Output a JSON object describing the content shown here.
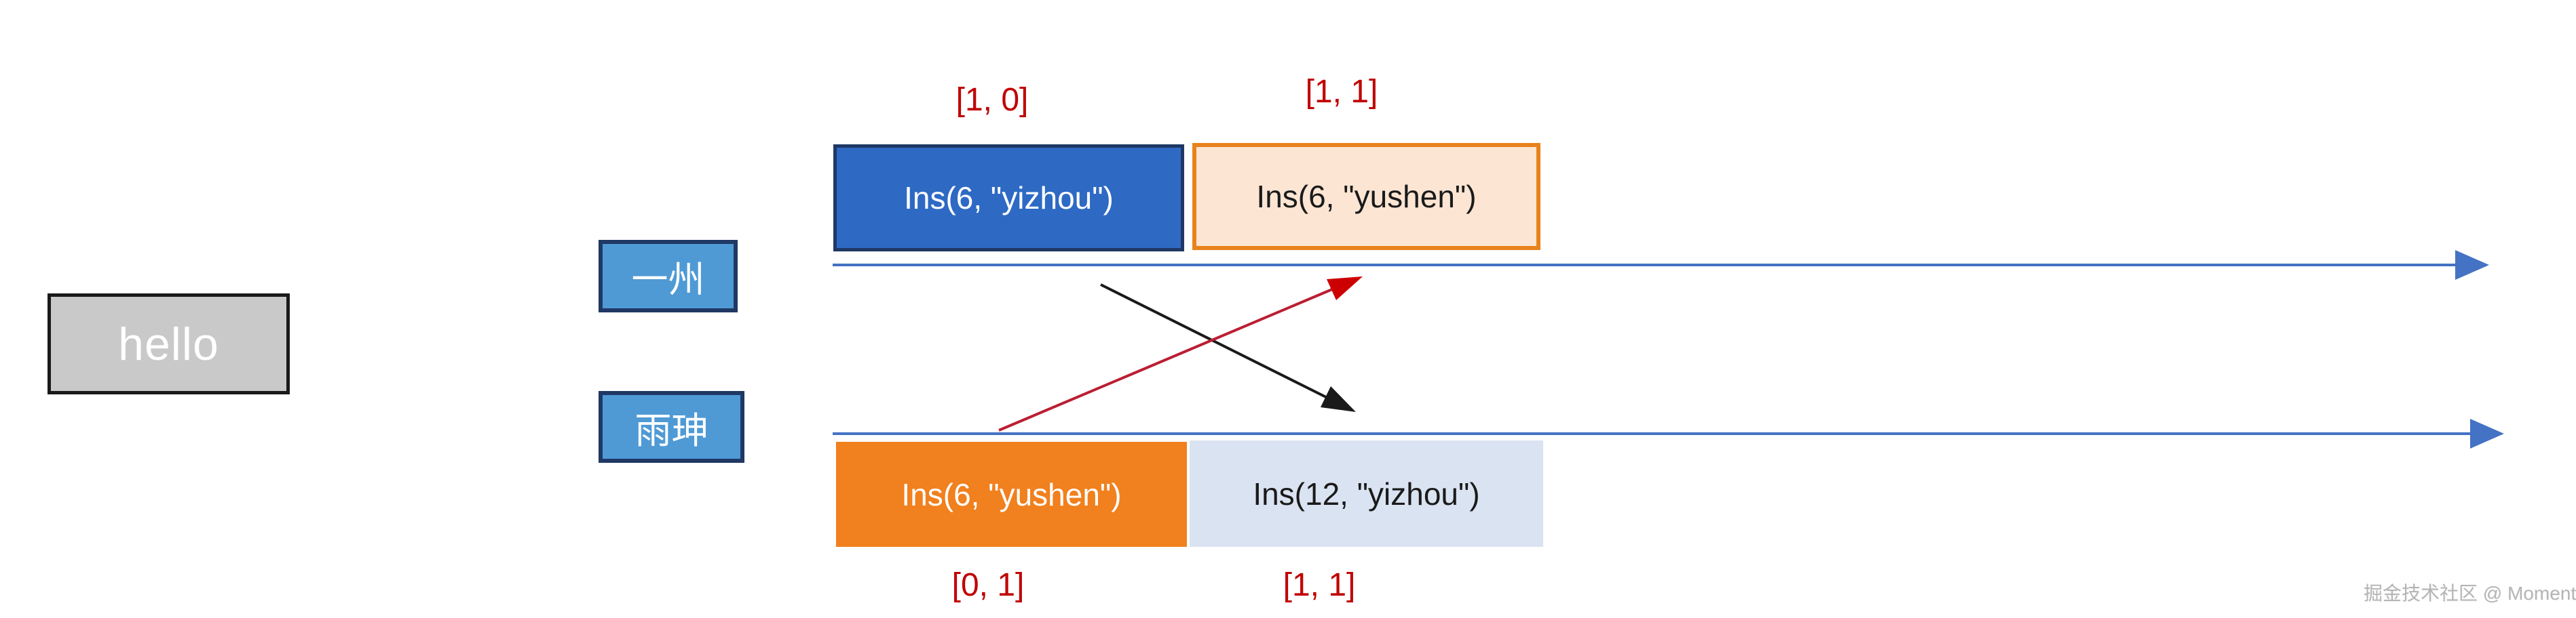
{
  "colors": {
    "background": "#ffffff",
    "timeline_blue": "#4472c4",
    "op_blue_fill": "#2e6ac4",
    "op_blue_border": "#1f3864",
    "op_peach_fill": "#fce5d3",
    "op_peach_border": "#e8821c",
    "op_orange_fill": "#f1801e",
    "op_light_fill": "#dae3f1",
    "user_label_fill": "#4f9ad5",
    "user_label_border": "#1f3864",
    "hello_fill": "#c9c9c9",
    "hello_border": "#1a1a1a",
    "state_vector_red": "#c00000",
    "arrow_red": "#bb1e33",
    "arrow_black": "#1a1a1a",
    "watermark_gray": "#b5b5b5"
  },
  "document": {
    "text": "hello"
  },
  "users": [
    {
      "name": "一州"
    },
    {
      "name": "雨珅"
    }
  ],
  "rows": {
    "top": {
      "ops": [
        {
          "label": "Ins(6, \"yizhou\")",
          "state_vector": "[1, 0]"
        },
        {
          "label": "Ins(6, \"yushen\")",
          "state_vector": "[1, 1]"
        }
      ]
    },
    "bottom": {
      "ops": [
        {
          "label": "Ins(6, \"yushen\")",
          "state_vector": "[0, 1]"
        },
        {
          "label": "Ins(12, \"yizhou\")",
          "state_vector": "[1, 1]"
        }
      ]
    }
  },
  "watermark": {
    "text": "掘金技术社区 @ Moment"
  }
}
